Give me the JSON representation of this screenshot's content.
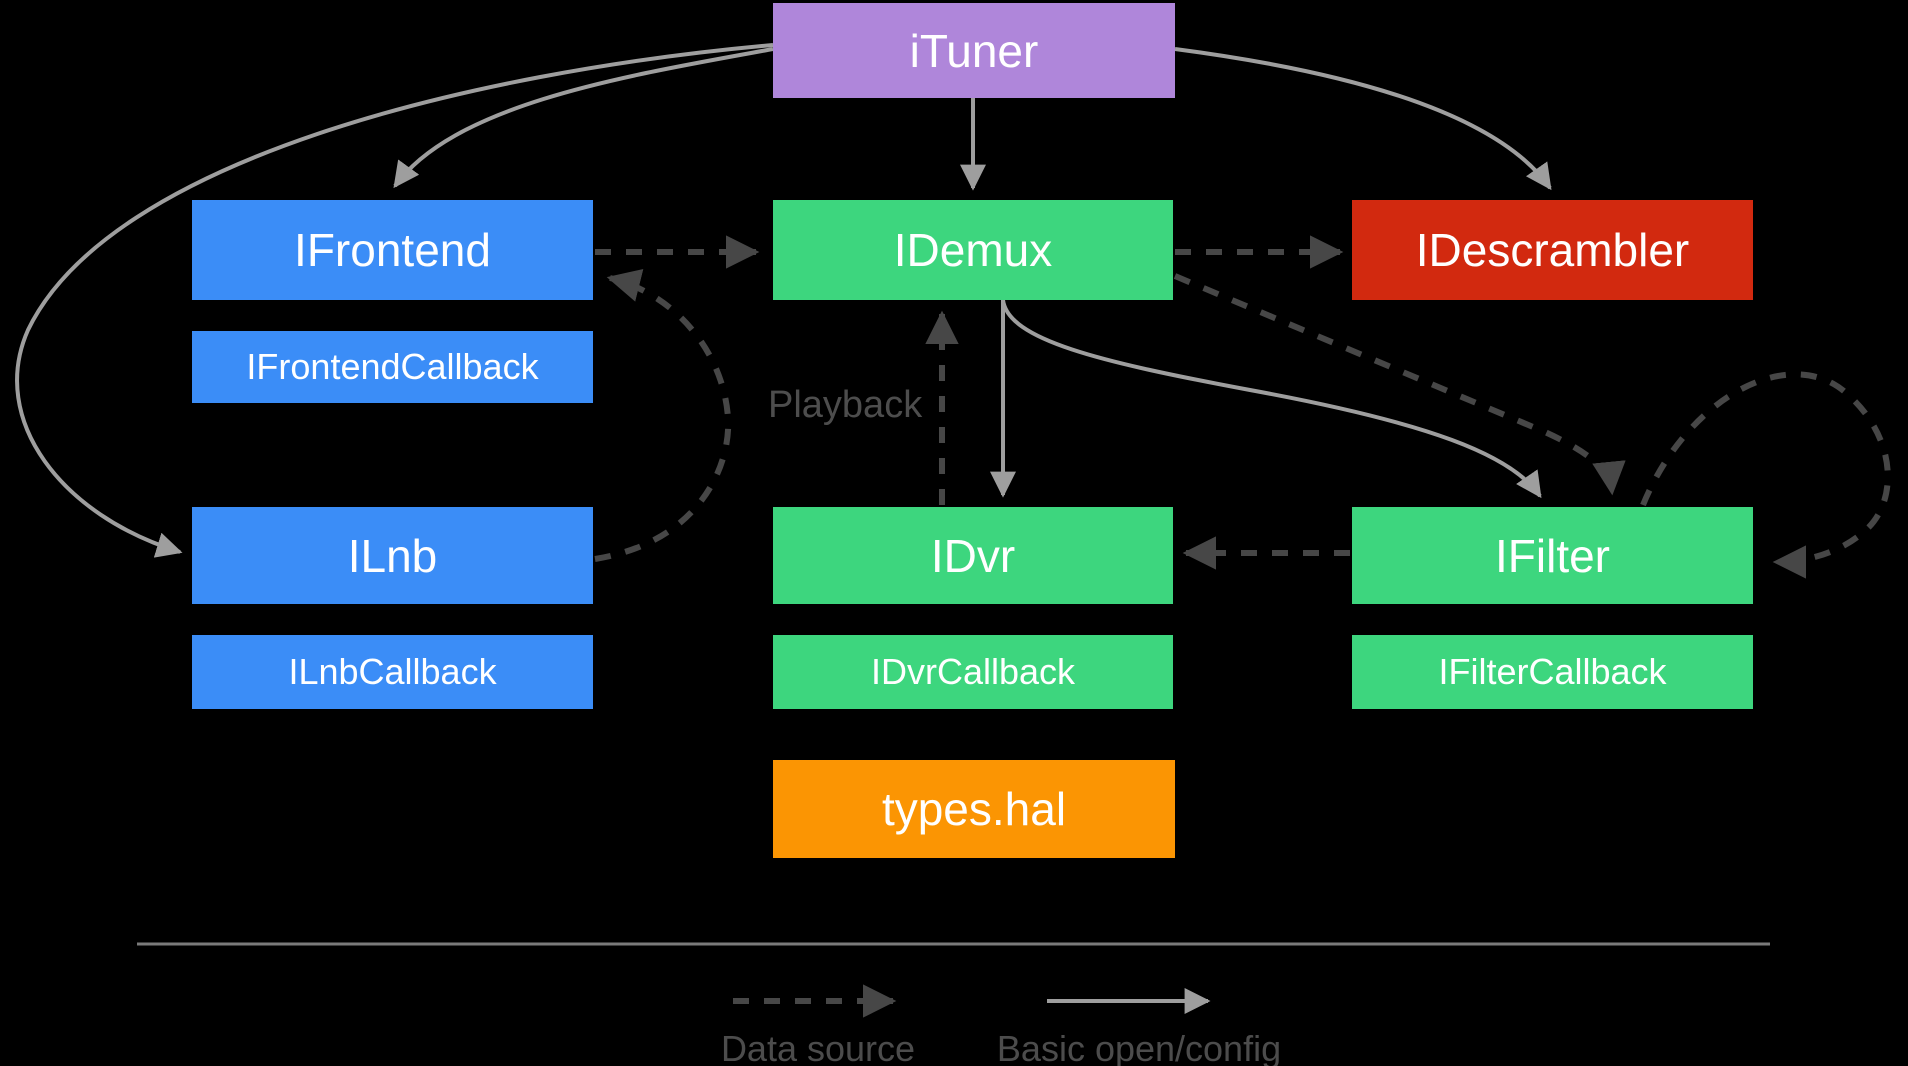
{
  "diagram": {
    "title_node": "iTuner",
    "nodes": {
      "ituner": {
        "label": "iTuner",
        "color": "#AF86DA"
      },
      "ifrontend": {
        "label": "IFrontend",
        "color": "#3B8DF7"
      },
      "idemux": {
        "label": "IDemux",
        "color": "#3DD67E"
      },
      "idescrambler": {
        "label": "IDescrambler",
        "color": "#D2290F"
      },
      "ifrontendcallback": {
        "label": "IFrontendCallback",
        "color": "#3B8DF7"
      },
      "ilnb": {
        "label": "ILnb",
        "color": "#3B8DF7"
      },
      "idvr": {
        "label": "IDvr",
        "color": "#3DD67E"
      },
      "ifilter": {
        "label": "IFilter",
        "color": "#3DD67E"
      },
      "ilnbcallback": {
        "label": "ILnbCallback",
        "color": "#3B8DF7"
      },
      "idvrcallback": {
        "label": "IDvrCallback",
        "color": "#3DD67E"
      },
      "ifiltercallback": {
        "label": "IFilterCallback",
        "color": "#3DD67E"
      },
      "types_hal": {
        "label": "types.hal",
        "color": "#FB9503"
      }
    },
    "annotations": {
      "playback": "Playback"
    },
    "legend": {
      "dashed_label": "Data source",
      "solid_label": "Basic open/config"
    },
    "edges": [
      {
        "from": "ituner",
        "to": "idemux",
        "style": "solid"
      },
      {
        "from": "ituner",
        "to": "ifrontend",
        "style": "solid"
      },
      {
        "from": "ituner",
        "to": "ilnb",
        "style": "solid"
      },
      {
        "from": "ituner",
        "to": "idescrambler",
        "style": "solid"
      },
      {
        "from": "idemux",
        "to": "idvr",
        "style": "solid"
      },
      {
        "from": "idemux",
        "to": "ifilter",
        "style": "solid"
      },
      {
        "from": "ifrontend",
        "to": "idemux",
        "style": "dashed"
      },
      {
        "from": "idemux",
        "to": "idescrambler",
        "style": "dashed"
      },
      {
        "from": "idvr",
        "to": "idemux",
        "style": "dashed",
        "label": "Playback"
      },
      {
        "from": "ifilter",
        "to": "idvr",
        "style": "dashed"
      },
      {
        "from": "ilnb",
        "to": "ifrontend",
        "style": "dashed"
      },
      {
        "from": "idemux",
        "to": "ifilter",
        "style": "dashed"
      },
      {
        "from": "ifilter",
        "to": "ifilter",
        "style": "dashed"
      }
    ],
    "colors": {
      "background": "#000000",
      "solid_arrow": "#9E9E9E",
      "dashed_arrow": "#474747",
      "divider": "#7A7A7A",
      "annotation_text": "#4D4D4D",
      "legend_text": "#4C4C4C",
      "box_text": "#FFFFFF"
    }
  }
}
